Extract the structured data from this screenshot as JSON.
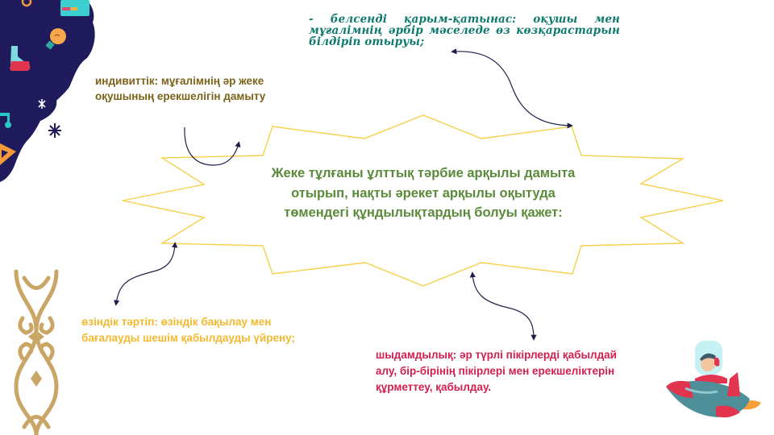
{
  "slide": {
    "center_text": "Жеке тұлғаны ұлттық тәрбие арқылы дамыта отырып, нақты әрекет арқылы оқытуда төмендегі құндылықтардың болуы қажет:",
    "items": [
      {
        "id": "active-interaction",
        "text": "- белсенді қарым-қатынас: оқушы мен мұғалімнің әрбір мәселеде өз көзқарастарын білдіріп отыруы;",
        "color": "#0f7a6e"
      },
      {
        "id": "individuality",
        "text": "индивиттік: мұғалімнің әр жеке оқушының ерекшелігін дамыту",
        "color": "#7a6218"
      },
      {
        "id": "self-discipline",
        "text": "өзіндік тәртіп: өзіндік бақылау мен бағалауды шешім қабылдауды үйрену;",
        "color": "#f2b92e"
      },
      {
        "id": "tolerance",
        "text": "шыдамдылық: әр түрлі пікірлерді қабылдай алу, бір-бірінің пікірлері мен ерекшеліктерін құрметтеу, қабылдау.",
        "color": "#d41e4d"
      }
    ]
  },
  "colors": {
    "star_outline": "#f5d04a",
    "arrow": "#1e1e4a",
    "center_text": "#5a8a3a",
    "corner_blob": "#1f1b5c",
    "ornament": "#c9a566"
  },
  "decorations": {
    "top_left": [
      "calculator-icon",
      "lightbulb-icon",
      "flask-icon",
      "music-note-icon",
      "ruler-triangle-icon",
      "star-icon"
    ],
    "bottom_left": "kazakh-ornament",
    "bottom_right": "boy-in-rocket-illustration"
  }
}
